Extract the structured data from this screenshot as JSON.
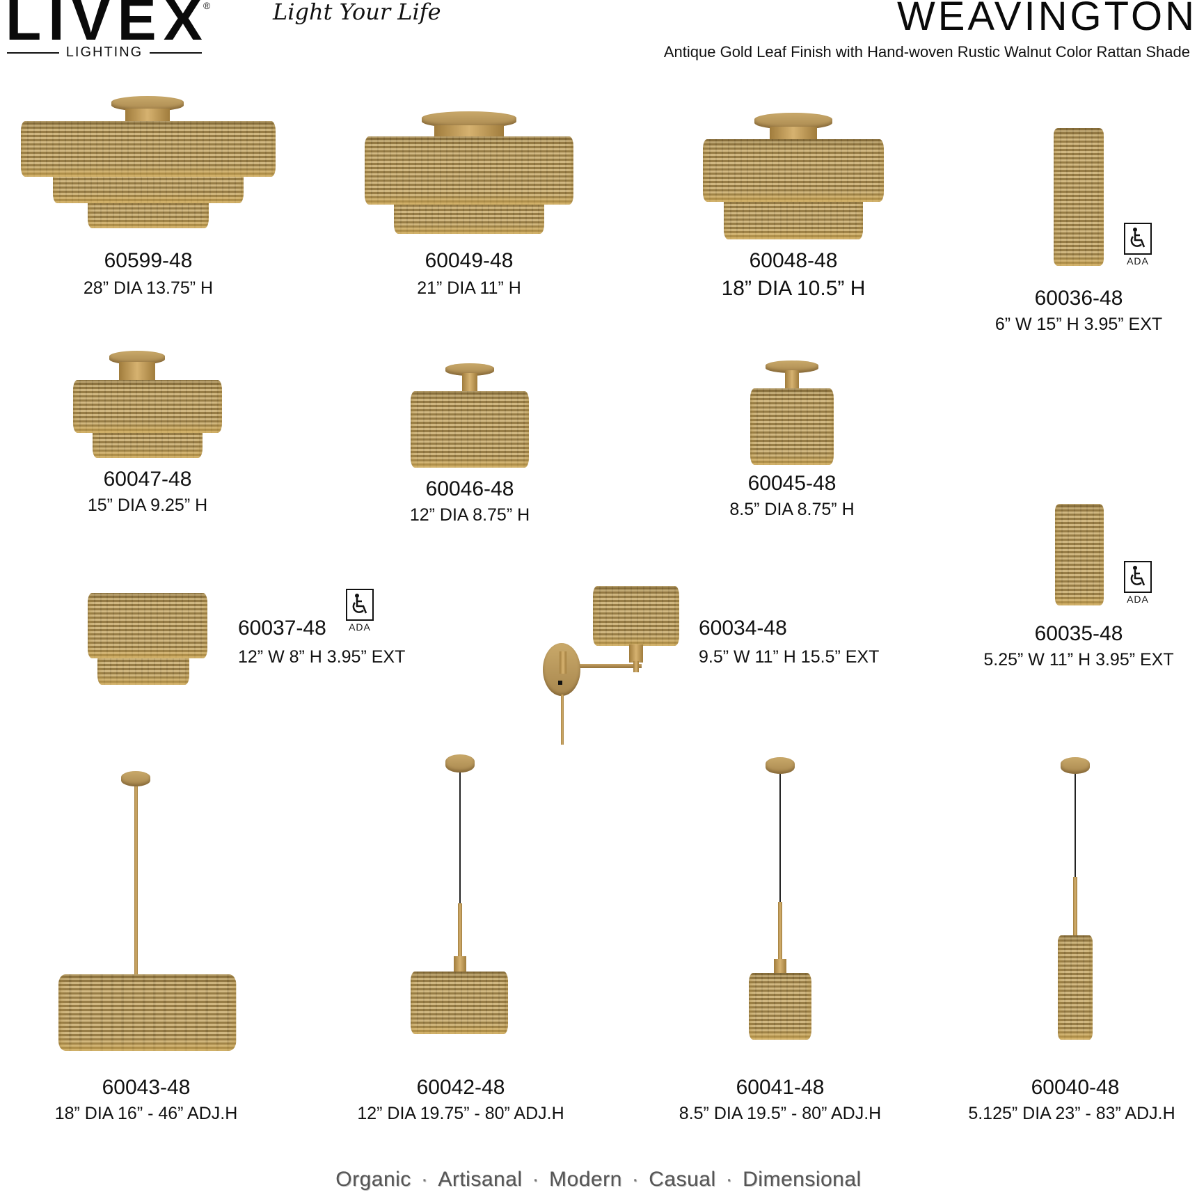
{
  "header": {
    "brand": "LIVEX",
    "brand_registered": "®",
    "brand_sub": "LIGHTING",
    "tagline": "Light Your Life",
    "collection_title": "WEAVINGTON",
    "collection_subtitle": "Antique Gold Leaf Finish with Hand-woven Rustic Walnut Color Rattan Shade"
  },
  "products": [
    {
      "sku": "60599-48",
      "dims": "28” DIA  13.75” H",
      "type": "semi-flush 3-tier"
    },
    {
      "sku": "60049-48",
      "dims": "21” DIA  11” H",
      "type": "semi-flush 2-tier"
    },
    {
      "sku": "60048-48",
      "dims": "18” DIA  10.5” H",
      "type": "semi-flush 2-tier"
    },
    {
      "sku": "60036-48",
      "dims": "6” W  15” H  3.95” EXT",
      "type": "wall sconce",
      "ada": true
    },
    {
      "sku": "60047-48",
      "dims": "15” DIA  9.25” H",
      "type": "semi-flush 2-tier"
    },
    {
      "sku": "60046-48",
      "dims": "12” DIA  8.75” H",
      "type": "semi-flush"
    },
    {
      "sku": "60045-48",
      "dims": "8.5” DIA  8.75” H",
      "type": "semi-flush"
    },
    {
      "sku": "60037-48",
      "dims": "12” W  8” H  3.95” EXT",
      "type": "wall sconce 2-tier",
      "ada": true
    },
    {
      "sku": "60034-48",
      "dims": "9.5” W  11” H  15.5” EXT",
      "type": "swing arm wall lamp"
    },
    {
      "sku": "60035-48",
      "dims": "5.25” W  11” H  3.95” EXT",
      "type": "wall sconce",
      "ada": true
    },
    {
      "sku": "60043-48",
      "dims": "18” DIA  16” - 46” ADJ.H",
      "type": "pendant rod"
    },
    {
      "sku": "60042-48",
      "dims": "12” DIA  19.75” - 80” ADJ.H",
      "type": "pendant cord"
    },
    {
      "sku": "60041-48",
      "dims": "8.5” DIA  19.5” - 80” ADJ.H",
      "type": "pendant cord"
    },
    {
      "sku": "60040-48",
      "dims": "5.125” DIA  23” - 83” ADJ.H",
      "type": "pendant cord"
    }
  ],
  "badges": {
    "ada_label": "ADA",
    "ada_icon": "wheelchair-icon"
  },
  "footer": {
    "keywords": [
      "Organic",
      "Artisanal",
      "Modern",
      "Casual",
      "Dimensional"
    ],
    "separator": "·"
  },
  "colors": {
    "rattan": "#b89a5c",
    "gold_leaf": "#c9a96a",
    "text": "#111111",
    "footer_text": "#555555"
  }
}
